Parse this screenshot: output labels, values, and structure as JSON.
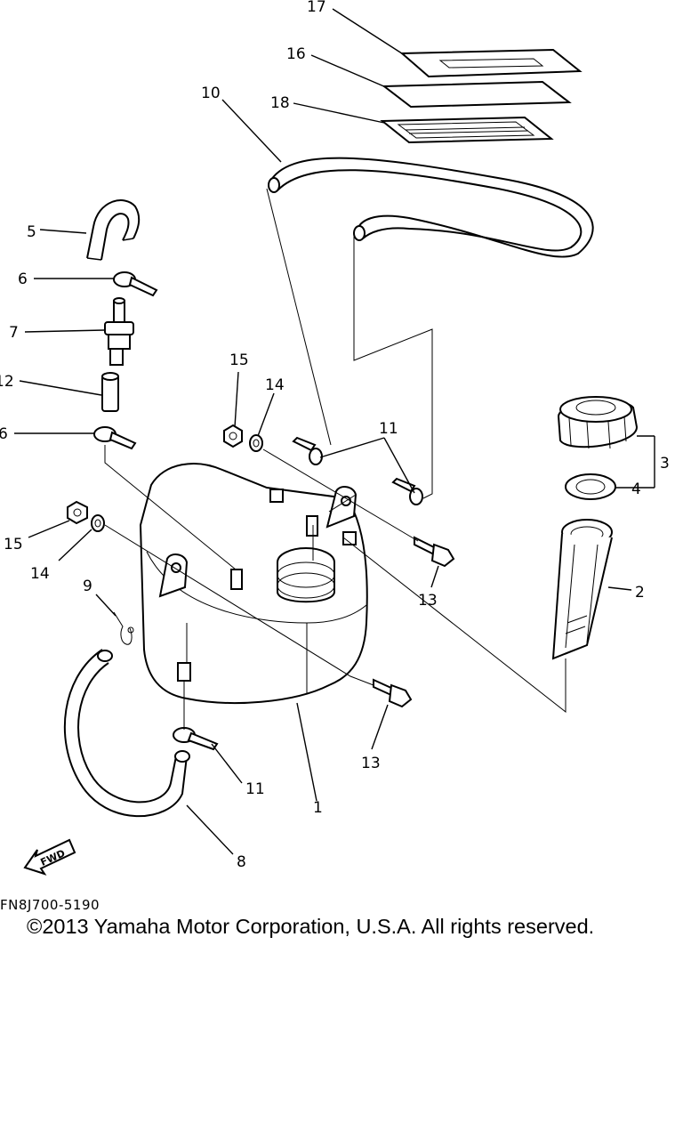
{
  "diagram": {
    "labels": {
      "p1": "1",
      "p2": "2",
      "p3": "3",
      "p4": "4",
      "p5": "5",
      "p6a": "6",
      "p6b": "6",
      "p7": "7",
      "p8": "8",
      "p9": "9",
      "p10": "10",
      "p11a": "11",
      "p11b": "11",
      "p12": "12",
      "p13a": "13",
      "p13b": "13",
      "p14a": "14",
      "p14b": "14",
      "p15a": "15",
      "p15b": "15",
      "p16": "16",
      "p17": "17",
      "p18": "18"
    },
    "fwd_label": "FWD",
    "code": "FN8J700-5190"
  },
  "footer": {
    "copyright": "©2013 Yamaha Motor Corporation, U.S.A. All rights reserved."
  }
}
